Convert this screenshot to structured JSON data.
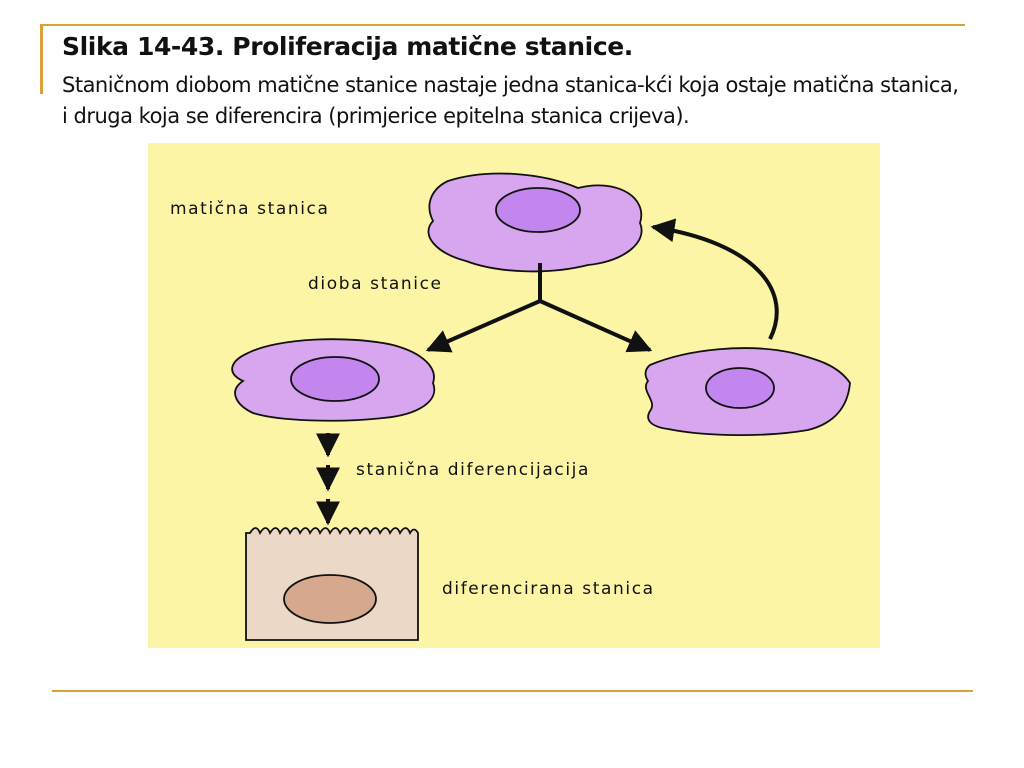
{
  "caption": {
    "title": "Slika 14-43. Proliferacija matične stanice.",
    "body": "Staničnom diobom matične stanice nastaje jedna stanica-kći koja ostaje matična stanica, i druga koja se diferencira (primjerice epitelna stanica crijeva)."
  },
  "diagram": {
    "labels": {
      "stem_cell": "matična stanica",
      "cell_division": "dioba stanice",
      "cell_differentiation": "stanična diferencijacija",
      "differentiated_cell": "diferencirana stanica"
    },
    "colors": {
      "background": "#fbf5a5",
      "stem_cell_body": "#d8a6ef",
      "stem_cell_nucleus": "#c386ee",
      "differentiated_cell_body": "#ebd8c6",
      "differentiated_cell_nucleus": "#d6a88e",
      "accent_rule": "#d9a33a"
    }
  }
}
